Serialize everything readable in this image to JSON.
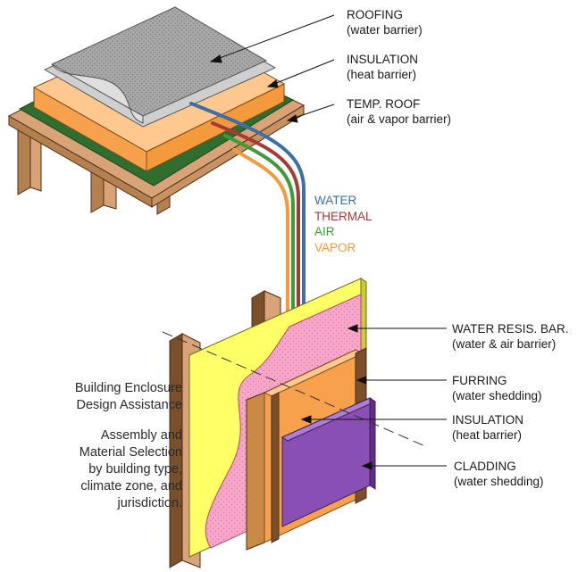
{
  "roof_labels": [
    {
      "title": "ROOFING",
      "sub": "(water barrier)"
    },
    {
      "title": "INSULATION",
      "sub": "(heat barrier)"
    },
    {
      "title": "TEMP. ROOF",
      "sub": "(air & vapor barrier)"
    }
  ],
  "legend": [
    {
      "label": "WATER",
      "color": "#3e6eaa"
    },
    {
      "label": "THERMAL",
      "color": "#a83a36"
    },
    {
      "label": "AIR",
      "color": "#3f9a3a"
    },
    {
      "label": "VAPOR",
      "color": "#f39a3c"
    }
  ],
  "wall_labels": [
    {
      "title": "WATER RESIS. BAR.",
      "sub": "(water & air barrier)"
    },
    {
      "title": "FURRING",
      "sub": "(water shedding)"
    },
    {
      "title": "INSULATION",
      "sub": "(heat barrier)"
    },
    {
      "title": "CLADDING",
      "sub": "(water shedding)"
    }
  ],
  "side_text": {
    "heading_lines": [
      "Building Enclosure",
      "Design Assistance"
    ],
    "body_lines": [
      "Assembly and",
      "Material Selection",
      "by building type,",
      "climate zone, and",
      "jurisdiction."
    ]
  },
  "colors": {
    "wood": "#d7a377",
    "wood_dark": "#7a4f2a",
    "green": "#2f6e2f",
    "insulation": "#f7a14d",
    "insulation_light": "#ffc88f",
    "roofing": "#9a9a9a",
    "yellow_sheathing": "#ffff66",
    "pink_membrane": "#f7a8c8",
    "purple_cladding": "#8a4fb5"
  }
}
